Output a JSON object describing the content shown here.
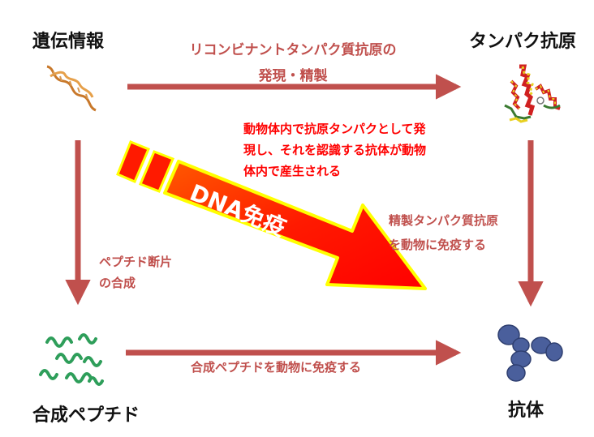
{
  "nodes": {
    "genetic_info": "遺伝情報",
    "protein_antigen": "タンパク抗原",
    "synthetic_peptide": "合成ペプチド",
    "antibody": "抗体"
  },
  "edges": {
    "top_line1": "リコンビナントタンパク質抗原の",
    "top_line2": "発現・精製",
    "left_line1": "ペプチド断片",
    "left_line2": "の合成",
    "right_line1": "精製タンパク質抗原",
    "right_line2": "を動物に免疫する",
    "bottom": "合成ペプチドを動物に免疫する"
  },
  "dna_immunization": {
    "label": "DNA免疫",
    "line1": "動物体内で抗原タンパクとして発",
    "line2": "現し、それを認識する抗体が動物",
    "line3": "体内で産生される"
  },
  "icons": [
    "dna-helix-icon",
    "protein-structure-icon",
    "peptide-icon",
    "antibody-icon"
  ],
  "colors": {
    "arrow": "#c0504d",
    "dna_arrow_fill": "#ff0000",
    "dna_arrow_border": "#ffff00",
    "dna_text": "#ff0000",
    "edge_text": "#c0504d"
  }
}
